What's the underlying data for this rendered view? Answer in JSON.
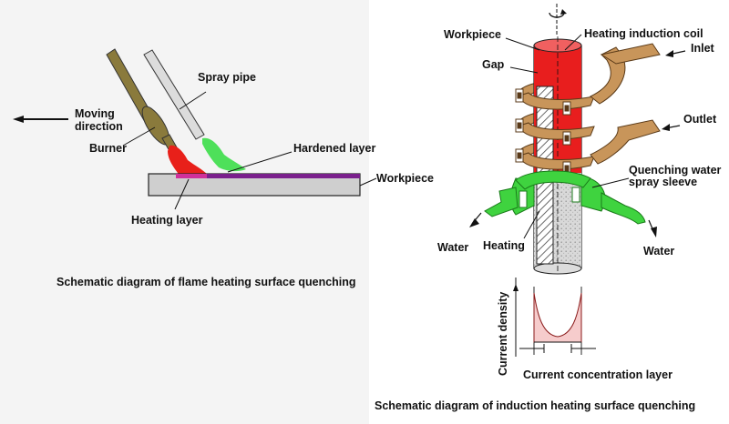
{
  "flame": {
    "caption": "Schematic diagram of flame heating surface quenching",
    "labels": {
      "moving_direction_1": "Moving",
      "moving_direction_2": "direction",
      "burner": "Burner",
      "spray_pipe": "Spray pipe",
      "hardened_layer": "Hardened layer",
      "workpiece": "Workpiece",
      "heating_layer": "Heating layer"
    }
  },
  "induction": {
    "caption": "Schematic diagram of induction heating surface quenching",
    "labels": {
      "workpiece": "Workpiece",
      "heating_induction_coil": "Heating induction coil",
      "inlet": "Inlet",
      "gap": "Gap",
      "outlet": "Outlet",
      "quenching_water_1": "Quenching water",
      "quenching_water_2": "spray sleeve",
      "water_left": "Water",
      "heating": "Heating",
      "water_right": "Water",
      "current_density": "Current density",
      "current_concentration_layer": "Current concentration layer"
    }
  },
  "colors": {
    "burner": "#8a7a3c",
    "spray_pipe": "#dcdcdc",
    "flame": "#e8201a",
    "water_jet": "#4ee05a",
    "hardened_layer": "#7a1f8c",
    "workpiece_plate": "#cfcfcf",
    "coil": "#c8955a",
    "spray_sleeve": "#3fd33f",
    "induction_heat": "#e81e1e"
  }
}
